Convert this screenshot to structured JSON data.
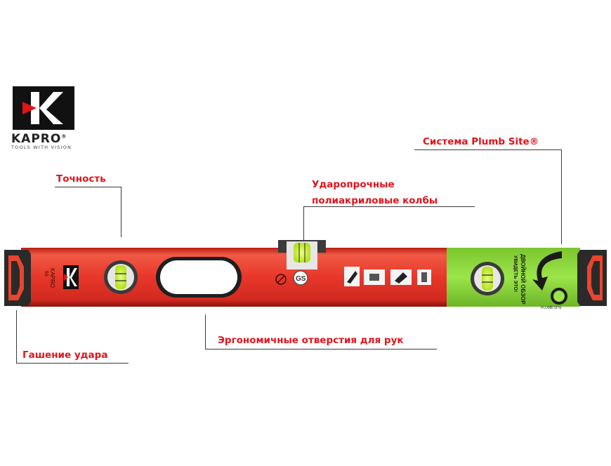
{
  "logo": {
    "wordmark": "KAPRO",
    "registered": "®",
    "tagline": "TOOLS WITH VISION"
  },
  "callouts": {
    "accuracy": "Точность",
    "impact_vials_line1": "Ударопрочные",
    "impact_vials_line2": "полиакриловые колбы",
    "plumb_site": "Система Plumb Site®",
    "shock_absorb": "Гашение удара",
    "hand_holes": "Эргономичные отверстия для рук"
  },
  "level": {
    "side_brand": "KAPRO",
    "side_code": "93",
    "sticker_line1": "ДВОЙНОЙ ОБЗОР",
    "sticker_line2": "УВИДЕТЬ ЭТО!",
    "sticker_badge": "PLUMB SITE",
    "colors": {
      "body": "#e8372a",
      "body_dark": "#b81d14",
      "sticker": "#8fdc3c",
      "vial": "#c7f23a",
      "end_cap": "#2a2a2a"
    }
  }
}
